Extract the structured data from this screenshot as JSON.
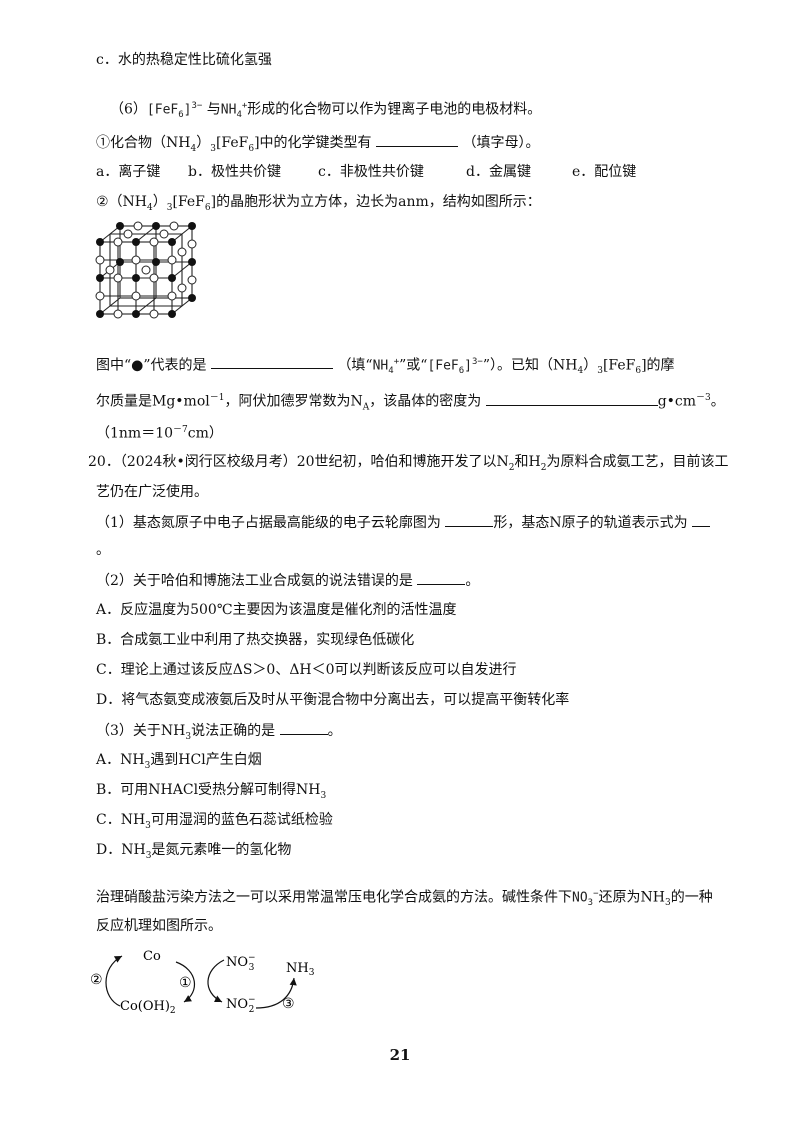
{
  "q_prev": {
    "item_c": "c．水的热稳定性比硫化氢强",
    "p6": {
      "num": "（6）",
      "ion1": "[FeF",
      "ion1_sub": "6",
      "ion1_close": "]",
      "ion1_charge": "3−",
      "conj": "与",
      "ion2": "NH",
      "ion2_sub": "4",
      "ion2_charge": "+",
      "rest": "形成的化合物可以作为锂离子电池的电极材料。"
    },
    "s1": {
      "text_a": "①化合物（NH",
      "sub4": "4",
      "text_b": "）",
      "sub3": "3",
      "text_c": "[FeF",
      "sub6": "6",
      "text_d": "]中的化学键类型有",
      "text_e": "（填字母）。"
    },
    "s1_options": [
      "a．离子键",
      "b．极性共价键",
      "c．非极性共价键",
      "d．金属键",
      "e．配位键"
    ],
    "s2": {
      "text_a": "②（NH",
      "sub4": "4",
      "text_b": "）",
      "sub3": "3",
      "text_c": "[FeF",
      "sub6": "6",
      "text_d": "]的晶胞形状为立方体，边长为anm，结构如图所示："
    },
    "s2_q": {
      "a": "图中“●”代表的是",
      "b": "（填“",
      "ion_nh": "NH",
      "nh_sub": "4",
      "nh_sup": "+",
      "c": "”或“",
      "ion_fe": "[FeF",
      "fe_sub": "6",
      "fe_close": "]",
      "fe_sup": "3−",
      "d": "”）。已知（NH",
      "sub4": "4",
      "e": "）",
      "sub3": "3",
      "f": "[FeF",
      "sub6": "6",
      "g": "]的摩"
    },
    "s2_q2": {
      "a": "尔质量是Mg•mol",
      "sup_a": "－1",
      "b": "，阿伏加德罗常数为N",
      "sub_a": "A",
      "c": "，该晶体的密度为",
      "d": "g•cm",
      "sup_d": "－3",
      "e": "。"
    },
    "s2_q3": {
      "a": "（1nm＝10",
      "sup": "－7",
      "b": "cm）"
    }
  },
  "q20": {
    "title_a": "20．（2024秋•闵行区校级月考）20世纪初，哈伯和博施开发了以N",
    "sub_n": "2",
    "title_b": "和H",
    "sub_h": "2",
    "title_c": "为原料合成氨工艺，目前该工",
    "title_line2": "艺仍在广泛使用。",
    "p1_a": "（1）基态氮原子中电子占据最高能级的电子云轮廓图为",
    "p1_b": "形，基态N原子的轨道表示式为",
    "p1_end": "。",
    "p2": "（2）关于哈伯和博施法工业合成氨的说法错误的是",
    "p2_end": "。",
    "p2_options": [
      "A．反应温度为500℃主要因为该温度是催化剂的活性温度",
      "B．合成氨工业中利用了热交换器，实现绿色低碳化",
      "C．理论上通过该反应ΔS＞0、ΔH＜0可以判断该反应可以自发进行",
      "D．将气态氨变成液氨后及时从平衡混合物中分离出去，可以提高平衡转化率"
    ],
    "p3_a": "（3）关于NH",
    "p3_sub": "3",
    "p3_b": "说法正确的是",
    "p3_end": "。",
    "p3_options": {
      "A": {
        "a": "A．NH",
        "sub": "3",
        "b": "遇到HCl产生白烟"
      },
      "B": {
        "a": "B．可用NHACl受热分解可制得NH",
        "sub": "3",
        "b": ""
      },
      "C": {
        "a": "C．NH",
        "sub": "3",
        "b": "可用湿润的蓝色石蕊试纸检验"
      },
      "D": {
        "a": "D．NH",
        "sub": "3",
        "b": "是氮元素唯一的氢化物"
      }
    },
    "intro_a": "治理硝酸盐污染方法之一可以采用常温常压电化学合成氨的方法。碱性条件下",
    "intro_ion": "NO",
    "intro_ion_sub": "3",
    "intro_ion_sup": "−",
    "intro_b": "还原为NH",
    "intro_sub": "3",
    "intro_c": "的一种",
    "intro_line2": "反应机理如图所示。"
  },
  "mechanism": {
    "co": "Co",
    "co_oh": "Co(OH)",
    "co_oh_sub": "2",
    "no3": "NO",
    "no3_sub": "3",
    "no3_sup": "−",
    "no2": "NO",
    "no2_sub": "2",
    "no2_sup": "−",
    "nh3": "NH",
    "nh3_sub": "3",
    "step1": "①",
    "step2": "②",
    "step3": "③"
  },
  "page_number": "21"
}
